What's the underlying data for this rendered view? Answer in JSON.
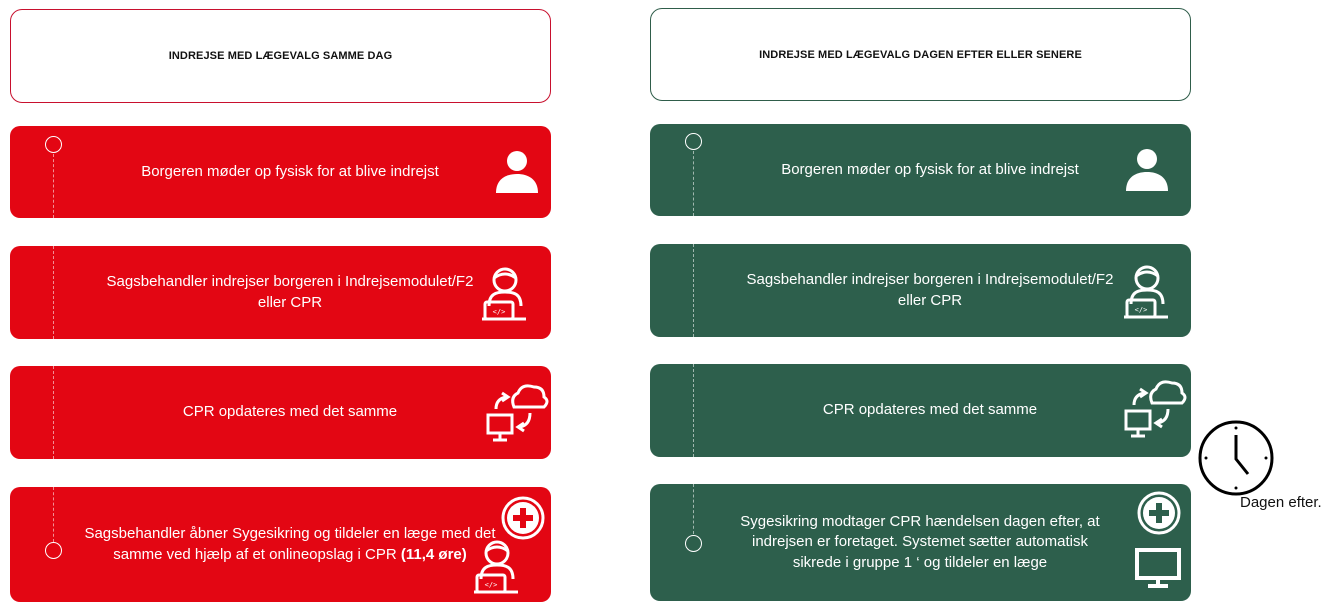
{
  "left": {
    "header": "INDREJSE MED LÆGEVALG SAMME DAG",
    "steps": [
      {
        "text": "Borgeren møder op fysisk for at blive indrejst",
        "icon": "person-icon"
      },
      {
        "text": "Sagsbehandler indrejser borgeren i Indrejsemodulet/F2 eller CPR",
        "icon": "developer-icon"
      },
      {
        "text": "CPR opdateres med det samme",
        "icon": "cloud-sync-icon"
      },
      {
        "text": "Sagsbehandler åbner Sygesikring og tildeler en læge med det samme ved hjælp af et onlineopslag i CPR",
        "bold": "(11,4 øre)",
        "icon": "developer-plus-icon"
      }
    ],
    "color": "#e30613"
  },
  "right": {
    "header": "INDREJSE MED LÆGEVALG DAGEN EFTER ELLER SENERE",
    "steps": [
      {
        "text": "Borgeren møder op fysisk for at blive indrejst",
        "icon": "person-icon"
      },
      {
        "text": "Sagsbehandler indrejser borgeren i Indrejsemodulet/F2 eller CPR",
        "icon": "developer-icon"
      },
      {
        "text": "CPR opdateres med det samme",
        "icon": "cloud-sync-icon"
      },
      {
        "text": "Sygesikring modtager CPR hændelsen dagen efter, at indrejsen er foretaget. Systemet sætter automatisk sikrede i gruppe 1 ‘ og tildeler en læge",
        "icon": "monitor-plus-icon"
      }
    ],
    "color": "#2d5f4c"
  },
  "clock": {
    "label": "Dagen efter.",
    "icon": "clock-icon"
  }
}
